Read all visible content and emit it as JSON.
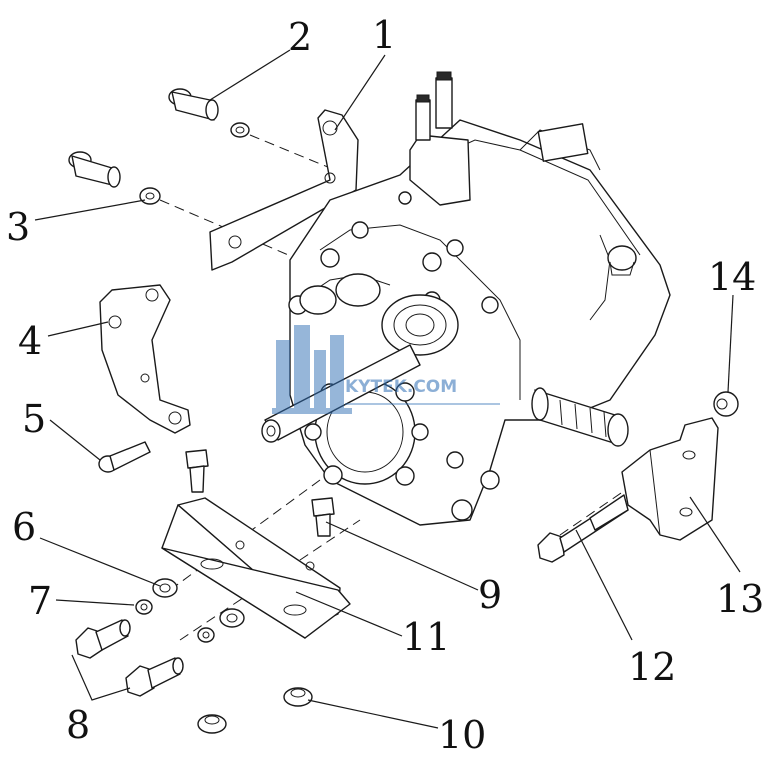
{
  "diagram": {
    "callouts": [
      {
        "id": "1",
        "label": "1"
      },
      {
        "id": "2",
        "label": "2"
      },
      {
        "id": "3",
        "label": "3"
      },
      {
        "id": "4",
        "label": "4"
      },
      {
        "id": "5",
        "label": "5"
      },
      {
        "id": "6",
        "label": "6"
      },
      {
        "id": "7",
        "label": "7"
      },
      {
        "id": "8",
        "label": "8"
      },
      {
        "id": "9",
        "label": "9"
      },
      {
        "id": "10",
        "label": "10"
      },
      {
        "id": "11",
        "label": "11"
      },
      {
        "id": "12",
        "label": "12"
      },
      {
        "id": "13",
        "label": "13"
      },
      {
        "id": "14",
        "label": "14"
      }
    ]
  },
  "watermark": {
    "text": "KYTEK.COM",
    "color": "#2f6fb5",
    "icon": "city-skyline-icon"
  },
  "colors": {
    "line": "#1a1a1a",
    "background": "#ffffff"
  }
}
